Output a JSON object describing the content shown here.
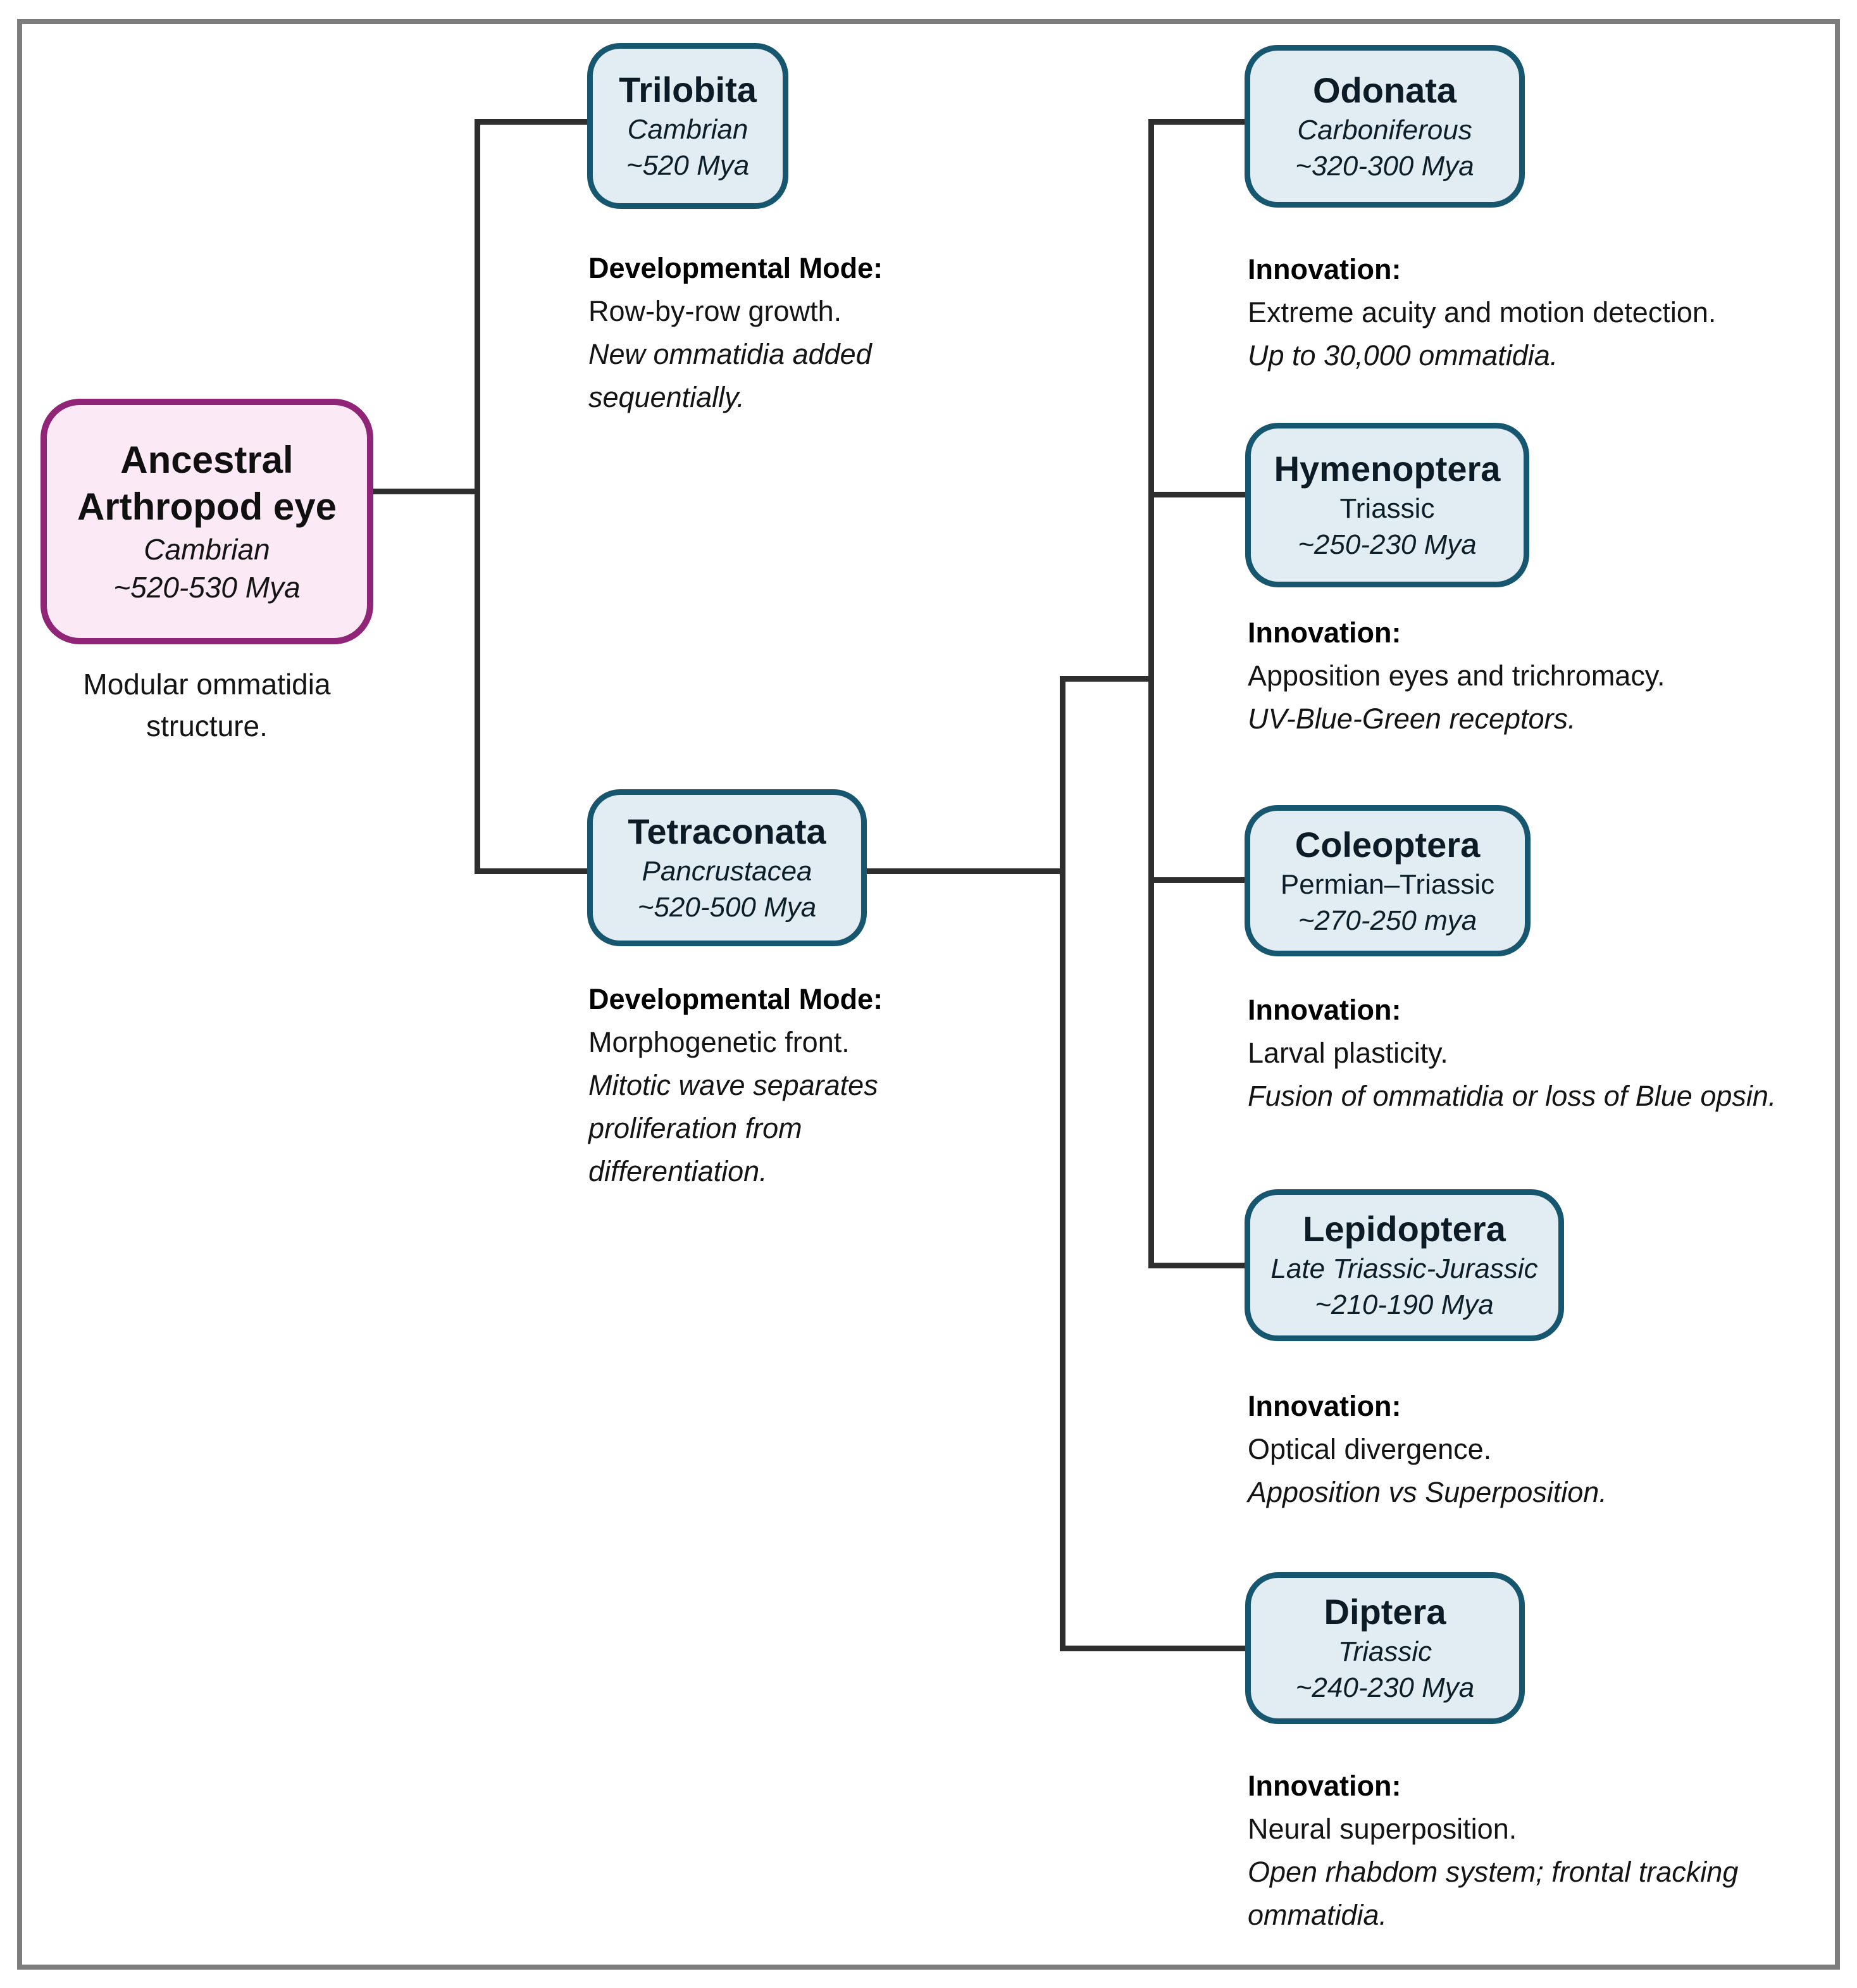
{
  "colors": {
    "root_fill": "#fce9f6",
    "root_border": "#902476",
    "clade_fill": "#e1edf2",
    "clade_border": "#17566f",
    "connector": "#2e2e2e",
    "frame": "#7d7d7d"
  },
  "nodes": {
    "root": {
      "name": "Ancestral Arthropod eye",
      "period": "Cambrian",
      "era": "~520-530 Mya",
      "caption": "Modular ommatidia structure."
    },
    "trilobita": {
      "name": "Trilobita",
      "period": "Cambrian",
      "era": "~520 Mya",
      "note_heading": "Developmental Mode:",
      "note_line": "Row-by-row growth.",
      "note_detail": "New ommatidia added sequentially."
    },
    "tetraconata": {
      "name": "Tetraconata",
      "period": "Pancrustacea",
      "era": "~520-500 Mya",
      "note_heading": "Developmental Mode:",
      "note_line": "Morphogenetic front.",
      "note_detail": "Mitotic wave separates proliferation from differentiation."
    },
    "odonata": {
      "name": "Odonata",
      "period": "Carboniferous",
      "era": "~320-300 Mya",
      "note_heading": "Innovation:",
      "note_line": "Extreme acuity and motion detection.",
      "note_detail": "Up to 30,000 ommatidia."
    },
    "hymenoptera": {
      "name": "Hymenoptera",
      "period": "Triassic",
      "era": "~250-230 Mya",
      "note_heading": "Innovation:",
      "note_line": "Apposition eyes and trichromacy.",
      "note_detail": "UV-Blue-Green receptors."
    },
    "coleoptera": {
      "name": "Coleoptera",
      "period": "Permian–Triassic",
      "era": "~270-250 mya",
      "note_heading": "Innovation:",
      "note_line": "Larval plasticity.",
      "note_detail": "Fusion of ommatidia or loss of Blue opsin."
    },
    "lepidoptera": {
      "name": "Lepidoptera",
      "period": "Late Triassic-Jurassic",
      "era": "~210-190 Mya",
      "note_heading": "Innovation:",
      "note_line": "Optical divergence.",
      "note_detail": "Apposition vs Superposition."
    },
    "diptera": {
      "name": "Diptera",
      "period": "Triassic",
      "era": "~240-230 Mya",
      "note_heading": "Innovation:",
      "note_line": "Neural superposition.",
      "note_detail": "Open rhabdom system; frontal tracking ommatidia."
    }
  }
}
